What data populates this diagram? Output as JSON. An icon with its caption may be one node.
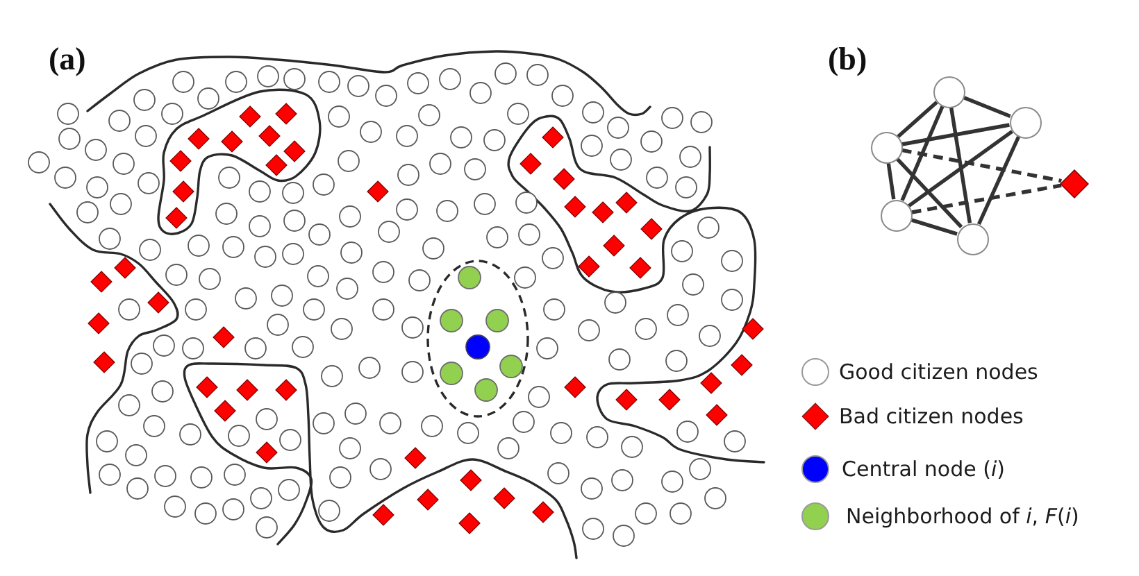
{
  "diagram": {
    "nodes": [
      {
        "text": [],
        "shape": "circle"
      },
      {
        "text": [],
        "shape": "circle"
      },
      {
        "text": [],
        "shape": "circle"
      },
      {
        "text": [],
        "shape": "diamond"
      },
      {
        "text": [],
        "shape": "circle"
      },
      {
        "text": [],
        "shape": "circle"
      }
    ],
    "edges": [
      {
        "from": 0,
        "to": 1,
        "arrow": "none"
      },
      {
        "from": 0,
        "to": 2,
        "arrow": "none"
      },
      {
        "from": 0,
        "to": 4,
        "arrow": "none"
      },
      {
        "from": 0,
        "to": 5,
        "arrow": "none"
      },
      {
        "from": 1,
        "to": 2,
        "arrow": "none"
      },
      {
        "from": 1,
        "to": 4,
        "arrow": "none"
      },
      {
        "from": 1,
        "to": 5,
        "arrow": "none"
      },
      {
        "from": 2,
        "to": 4,
        "arrow": "none"
      },
      {
        "from": 2,
        "to": 5,
        "arrow": "none"
      },
      {
        "from": 4,
        "to": 5,
        "arrow": "none"
      },
      {
        "from": 2,
        "to": 3,
        "arrow": "none",
        "style": "dashed"
      },
      {
        "from": 4,
        "to": 3,
        "arrow": "none",
        "style": "dashed"
      }
    ],
    "labels": [
      "(a)",
      "(b)"
    ],
    "legend": [
      {
        "text": "Good citizen nodes",
        "color": "#ffffff"
      },
      {
        "text": "Bad citizen nodes",
        "color": "#ff0000"
      },
      {
        "text": "Central node (*i*)",
        "color": "#0000ff"
      },
      {
        "text": "Neighborhood of *i*, *F*(*i*)",
        "color": "#92d050"
      }
    ]
  }
}
